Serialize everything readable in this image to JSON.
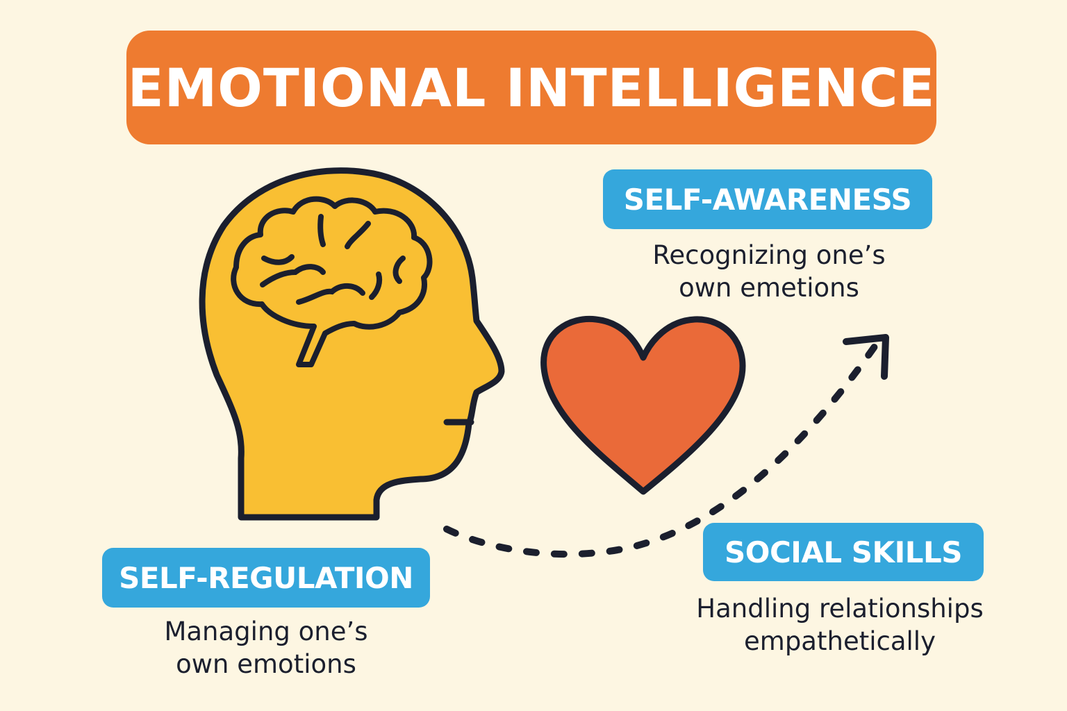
{
  "title": "EMOTIONAL INTELLIGENCE",
  "colors": {
    "background": "#fdf6e2",
    "title_banner": "#ee7b30",
    "label_box": "#35a7dc",
    "head_fill": "#f9bf33",
    "heart_fill": "#ea6a39",
    "outline": "#1b1f2e"
  },
  "icons": [
    "head-with-brain-icon",
    "heart-icon",
    "dashed-arrow-icon"
  ],
  "sections": [
    {
      "label": "SELF-AWARENESS",
      "description_line1": "Recognizing one’s",
      "description_line2": "own emetions"
    },
    {
      "label": "SELF-REGULATION",
      "description_line1": "Managing one’s",
      "description_line2": "own emotions"
    },
    {
      "label": "SOCIAL SKILLS",
      "description_line1": "Handling relationships",
      "description_line2": "empathetically"
    }
  ]
}
